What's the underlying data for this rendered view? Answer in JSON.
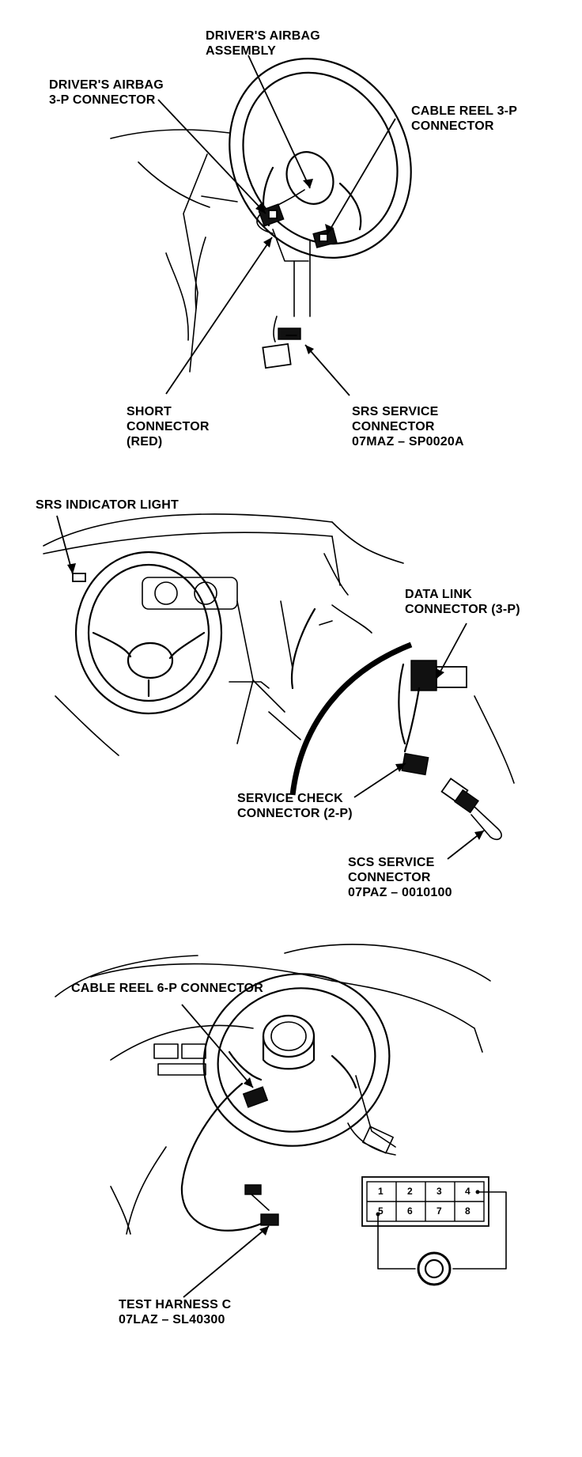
{
  "labels": {
    "airbag_assembly": "DRIVER'S AIRBAG\nASSEMBLY",
    "airbag_connector": "DRIVER'S AIRBAG\n3-P CONNECTOR",
    "cable_reel_3p": "CABLE REEL 3-P\nCONNECTOR",
    "short_connector": "SHORT\nCONNECTOR\n(RED)",
    "srs_service": "SRS SERVICE\nCONNECTOR\n07MAZ – SP0020A",
    "srs_indicator": "SRS INDICATOR LIGHT",
    "data_link": "DATA LINK\nCONNECTOR (3-P)",
    "service_check": "SERVICE CHECK\nCONNECTOR (2-P)",
    "scs_service": "SCS SERVICE\nCONNECTOR\n07PAZ – 0010100",
    "cable_reel_6p": "CABLE REEL 6-P CONNECTOR",
    "test_harness": "TEST HARNESS C\n07LAZ – SL40300"
  },
  "pin_grid": {
    "pins": [
      "1",
      "2",
      "3",
      "4",
      "5",
      "6",
      "7",
      "8"
    ]
  }
}
